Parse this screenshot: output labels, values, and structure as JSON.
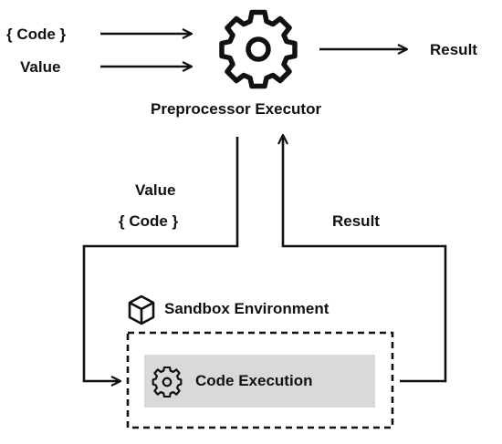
{
  "inputs": {
    "code_label": "{ Code }",
    "value_label": "Value"
  },
  "executor": {
    "label": "Preprocessor Executor",
    "icon": "gear-icon"
  },
  "output": {
    "result_label": "Result"
  },
  "to_sandbox": {
    "value_label": "Value",
    "code_label": "{ Code }"
  },
  "from_sandbox": {
    "result_label": "Result"
  },
  "sandbox": {
    "label": "Sandbox Environment",
    "icon": "cube-icon"
  },
  "execution": {
    "label": "Code Execution",
    "icon": "gear-icon"
  },
  "colors": {
    "ink": "#111111",
    "execution_fill": "#d9d9d9",
    "background": "#ffffff"
  }
}
